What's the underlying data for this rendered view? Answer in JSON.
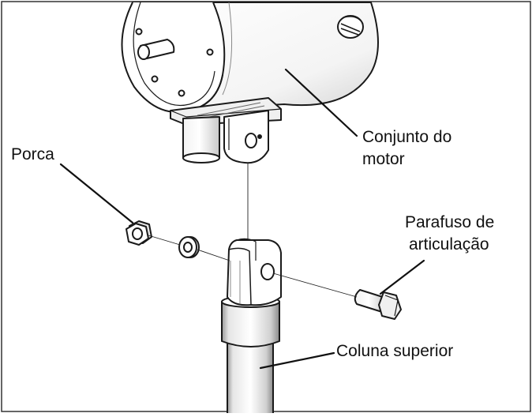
{
  "labels": {
    "motor_assembly": [
      "Conjunto do",
      "motor"
    ],
    "nut": "Porca",
    "pivot_bolt": [
      "Parafuso de",
      "articulação"
    ],
    "upper_column": "Coluna superior"
  },
  "colors": {
    "line": "#1a1a1a",
    "fill": "#ffffff",
    "shade": "#d9d9d9",
    "dark_shade": "#9a9a9a"
  }
}
